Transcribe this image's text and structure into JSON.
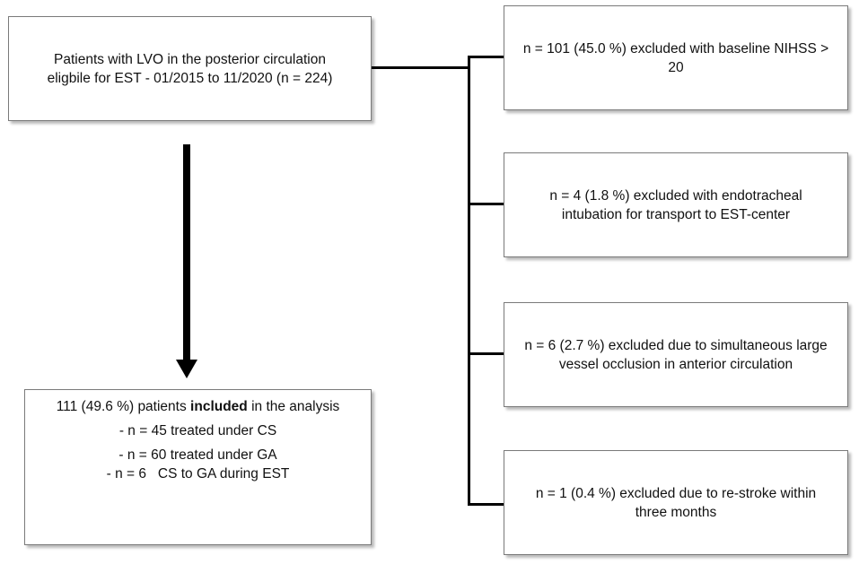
{
  "source_box": {
    "line1": "Patients with LVO in the posterior circulation",
    "line2": "eligbile for EST - 01/2015 to 11/2020 (n = 224)"
  },
  "exclusions": [
    {
      "line1": "n = 101 (45.0 %) excluded with baseline NIHSS >",
      "line2": "20"
    },
    {
      "line1": "n = 4 (1.8 %) excluded with endotracheal",
      "line2": "intubation for transport to EST-center"
    },
    {
      "line1": "n = 6 (2.7 %) excluded due to simultaneous large",
      "line2": "vessel occlusion in anterior circulation"
    },
    {
      "line1": "n = 1 (0.4 %) excluded due to re-stroke within",
      "line2": "three months"
    }
  ],
  "included_box": {
    "intro_prefix": "111 (49.6 %) patients ",
    "intro_bold": "included",
    "intro_suffix": " in the analysis",
    "items": [
      "- n = 45 treated under CS",
      "- n = 60 treated under GA",
      "- n = 6   CS to GA during EST"
    ]
  },
  "colors": {
    "arrow": "#000000",
    "box_border": "#7a7a7a",
    "background": "#ffffff"
  }
}
